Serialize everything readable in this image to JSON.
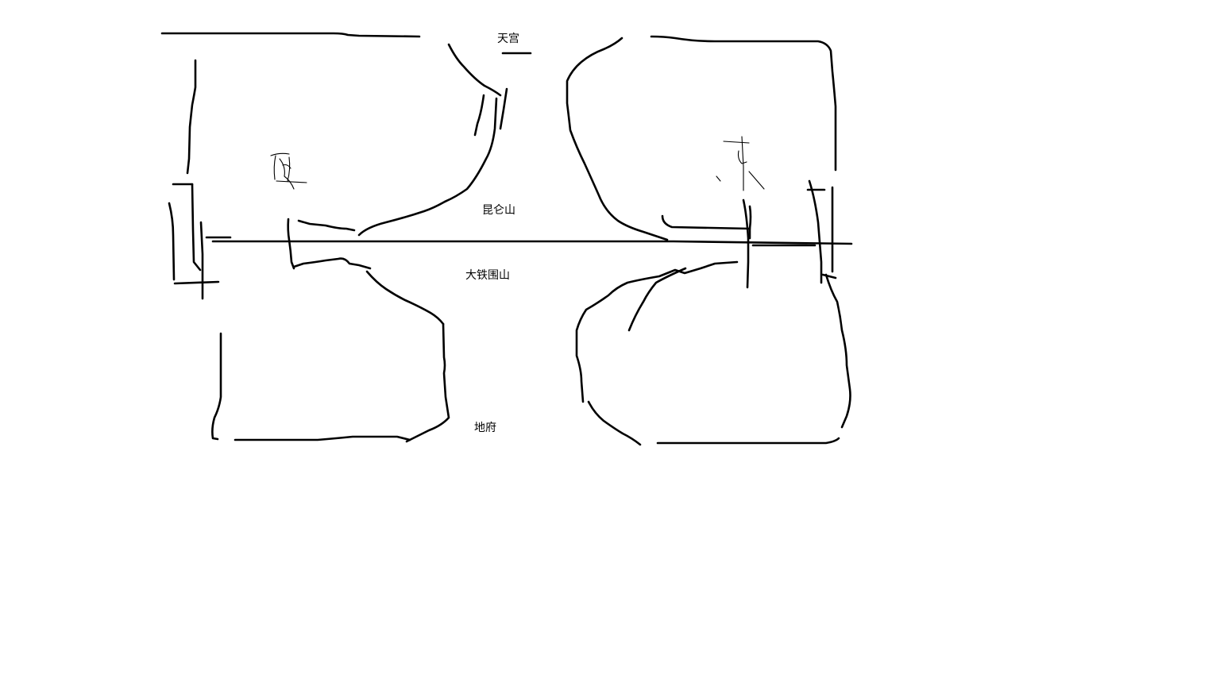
{
  "labels": {
    "heaven_palace": "天宫",
    "kunlun_mountain": "昆仑山",
    "great_iron_ring_mountain": "大铁围山",
    "underworld": "地府"
  },
  "handwriting": {
    "west": "西",
    "east": "东"
  },
  "colors": {
    "background": "#ffffff",
    "stroke": "#000000"
  }
}
